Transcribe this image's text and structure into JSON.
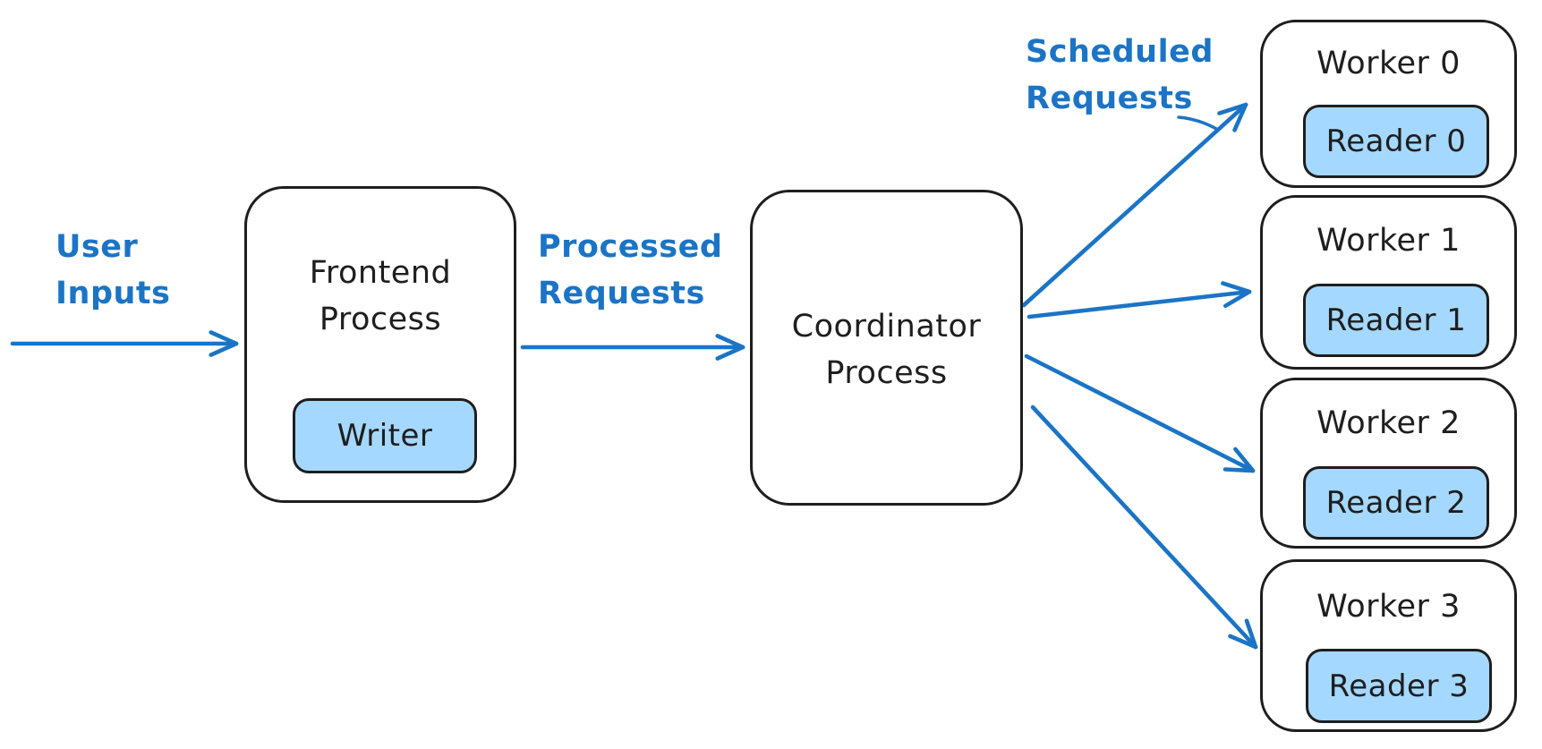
{
  "diagram": {
    "labels": {
      "user_inputs": {
        "line1": "User",
        "line2": "Inputs"
      },
      "processed_requests": {
        "line1": "Processed",
        "line2": "Requests"
      },
      "scheduled_requests": {
        "line1": "Scheduled",
        "line2": "Requests"
      }
    },
    "frontend": {
      "title_line1": "Frontend",
      "title_line2": "Process",
      "child": "Writer"
    },
    "coordinator": {
      "title_line1": "Coordinator",
      "title_line2": "Process"
    },
    "workers": [
      {
        "title": "Worker 0",
        "reader": "Reader 0"
      },
      {
        "title": "Worker 1",
        "reader": "Reader 1"
      },
      {
        "title": "Worker 2",
        "reader": "Reader 2"
      },
      {
        "title": "Worker 3",
        "reader": "Reader 3"
      }
    ],
    "colors": {
      "accent": "#1b74c5",
      "node_fill": "#a5d8ff",
      "stroke": "#1e1e1e",
      "background": "#ffffff"
    }
  }
}
